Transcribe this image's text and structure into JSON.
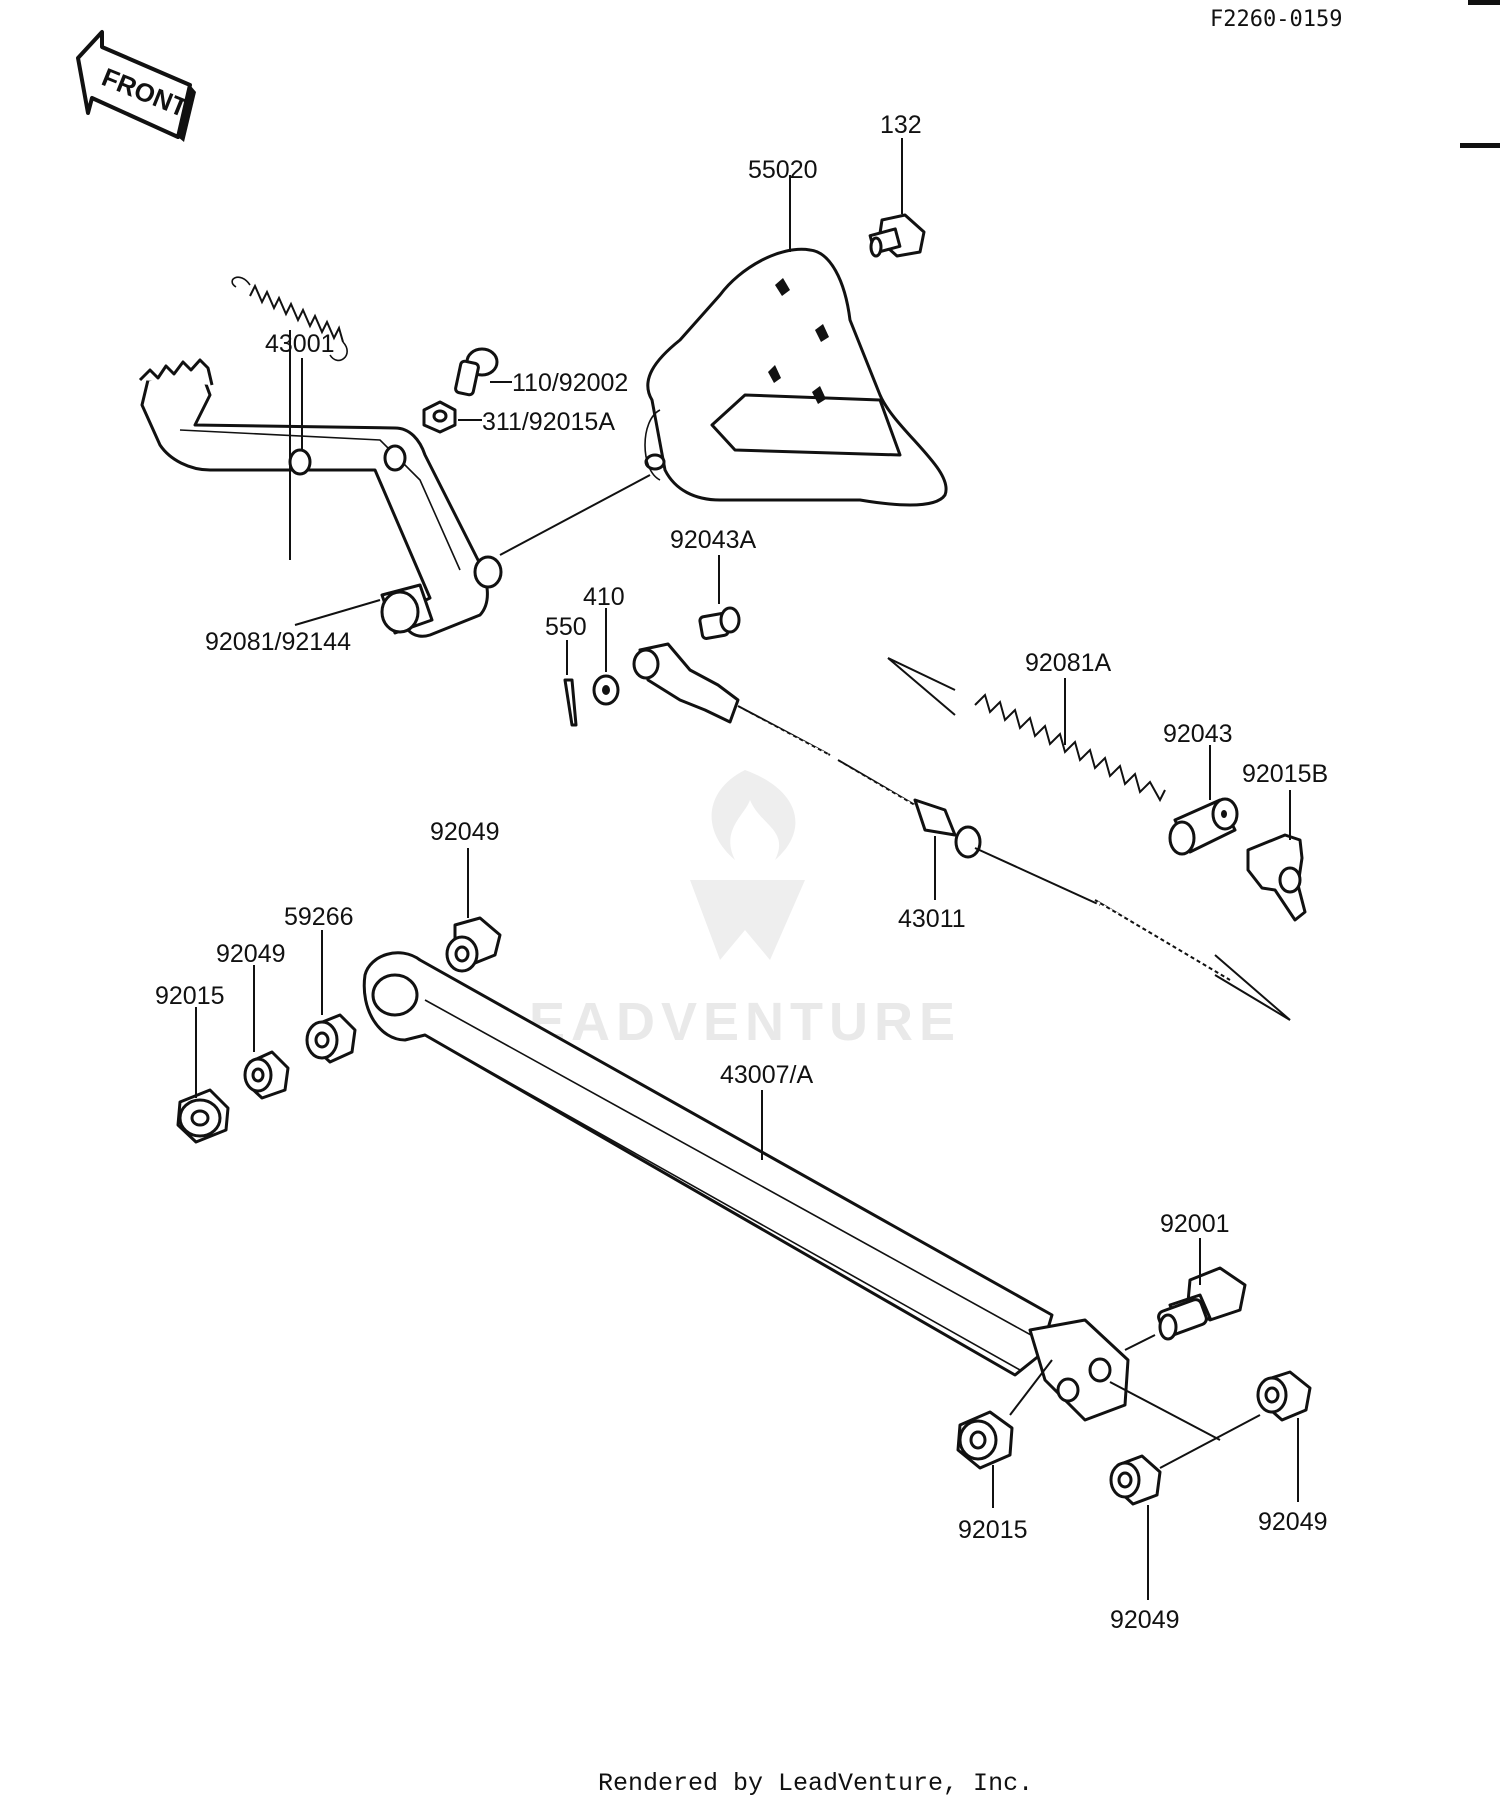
{
  "figure_ref": "F2260-0159",
  "front_label": "FRONT",
  "watermark_text": "LEADVENTURE",
  "footer": "Rendered by LeadVenture, Inc.",
  "labels": {
    "p132": "132",
    "p55020": "55020",
    "p43001": "43001",
    "p110_92002": "110/92002",
    "p311_92015A": "311/92015A",
    "p92081_92144": "92081/92144",
    "p92043A": "92043A",
    "p410": "410",
    "p550": "550",
    "p92081A": "92081A",
    "p92043": "92043",
    "p92015B": "92015B",
    "p43011": "43011",
    "p92049_top": "92049",
    "p59266": "59266",
    "p92049_left": "92049",
    "p92015_left": "92015",
    "p43007A": "43007/A",
    "p92001": "92001",
    "p92015_bottom": "92015",
    "p92049_right": "92049",
    "p92049_bottom": "92049"
  }
}
